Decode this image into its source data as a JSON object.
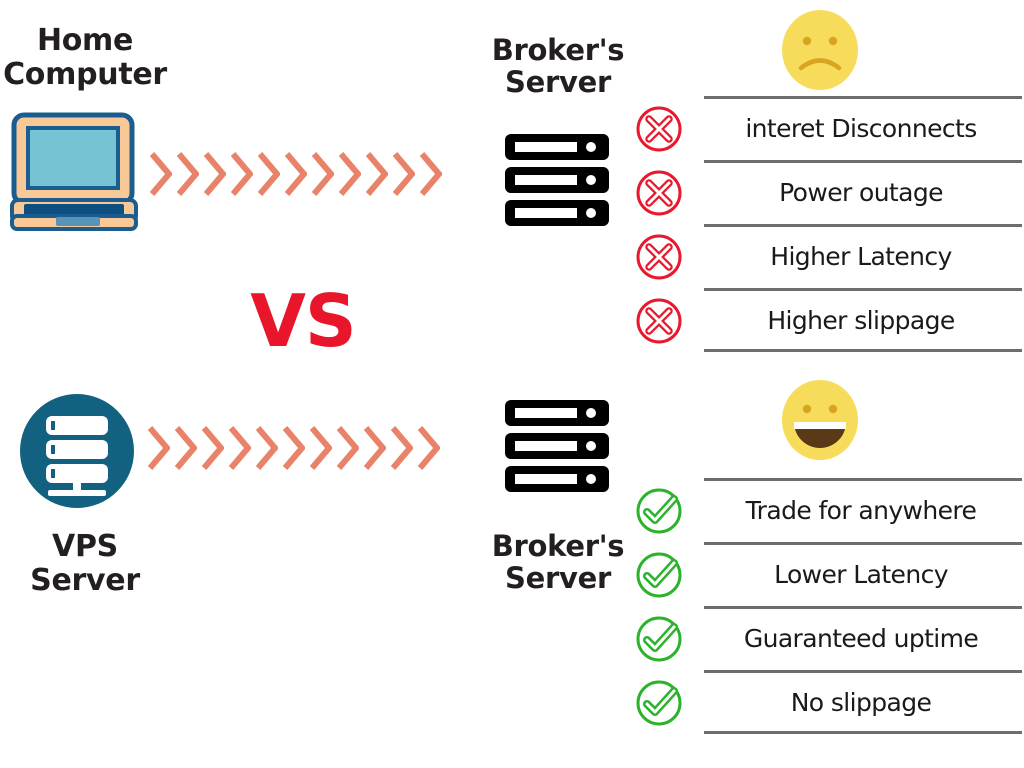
{
  "diagram": {
    "vs_label": "VS",
    "left_column": {
      "top_title": "Home\nComputer",
      "top_title_line1": "Home",
      "top_title_line2": "Computer",
      "bottom_title_line1": "VPS",
      "bottom_title_line2": "Server",
      "top_icon": "laptop-icon",
      "bottom_icon": "vps-server-circle-icon"
    },
    "middle_column": {
      "arrow_icon": "chevron-arrow-row",
      "arrow_count": 11,
      "top_title_line1": "Broker's",
      "top_title_line2": "Server",
      "bottom_title_line1": "Broker's",
      "bottom_title_line2": "Server",
      "server_icon": "server-rack-icon"
    },
    "right_column": {
      "top_face": "sad-face-icon",
      "bottom_face": "happy-face-icon",
      "cons": [
        {
          "icon": "circle-x-icon",
          "text": "interet Disconnects"
        },
        {
          "icon": "circle-x-icon",
          "text": "Power outage"
        },
        {
          "icon": "circle-x-icon",
          "text": "Higher Latency"
        },
        {
          "icon": "circle-x-icon",
          "text": "Higher slippage"
        }
      ],
      "pros": [
        {
          "icon": "circle-check-icon",
          "text": "Trade for anywhere"
        },
        {
          "icon": "circle-check-icon",
          "text": "Lower Latency"
        },
        {
          "icon": "circle-check-icon",
          "text": "Guaranteed uptime"
        },
        {
          "icon": "circle-check-icon",
          "text": "No slippage"
        }
      ]
    }
  },
  "colors": {
    "background": "#ffffff",
    "vs_red": "#e8152b",
    "chevron_salmon": "#e8836a",
    "laptop_body": "#f8c896",
    "laptop_outline": "#1b5d8f",
    "laptop_screen": "#76c3d4",
    "laptop_keyboard": "#0d4f80",
    "vps_circle": "#136180",
    "server_black": "#000000",
    "cross_red": "#e8192c",
    "check_green": "#2cb32c",
    "face_yellow": "#f7dc5c",
    "face_feature": "#d9a520",
    "mouth_brown": "#5a3a16",
    "rule_gray": "#6d6d6d",
    "text_black": "#1a1a1a",
    "heading_black": "#231f20"
  }
}
